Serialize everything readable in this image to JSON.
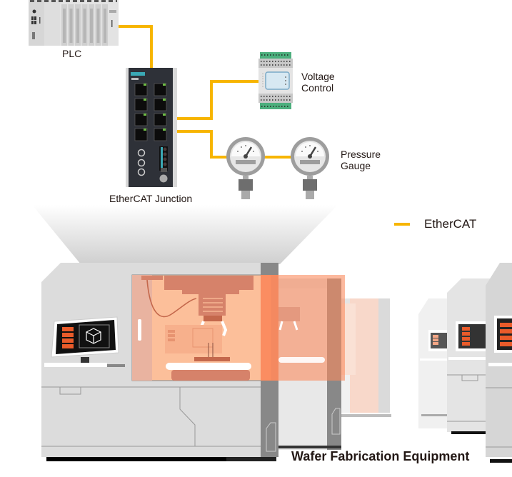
{
  "diagram": {
    "title": "Wafer Fabrication Equipment",
    "devices": {
      "plc": {
        "label": "PLC",
        "icon": "plc-rack-icon"
      },
      "junction": {
        "label": "EtherCAT Junction",
        "icon": "ethernet-switch-icon",
        "port_count": 8
      },
      "voltage_control": {
        "label_line1": "Voltage",
        "label_line2": "Control",
        "icon": "din-rail-module-icon"
      },
      "pressure_gauge": {
        "label_line1": "Pressure",
        "label_line2": "Gauge",
        "icon": "pressure-gauge-icon",
        "count": 2
      }
    },
    "legend": {
      "items": [
        {
          "label": "EtherCAT",
          "color": "#f7b500"
        }
      ]
    },
    "colors": {
      "ethercat_wire": "#f7b500",
      "chamber_orange": "#fa8a5e",
      "screen_orange": "#ea5b2a",
      "machine_gray": "#dcdcdc",
      "switch_body": "#2e3138",
      "module_green": "#4caf7d"
    }
  }
}
